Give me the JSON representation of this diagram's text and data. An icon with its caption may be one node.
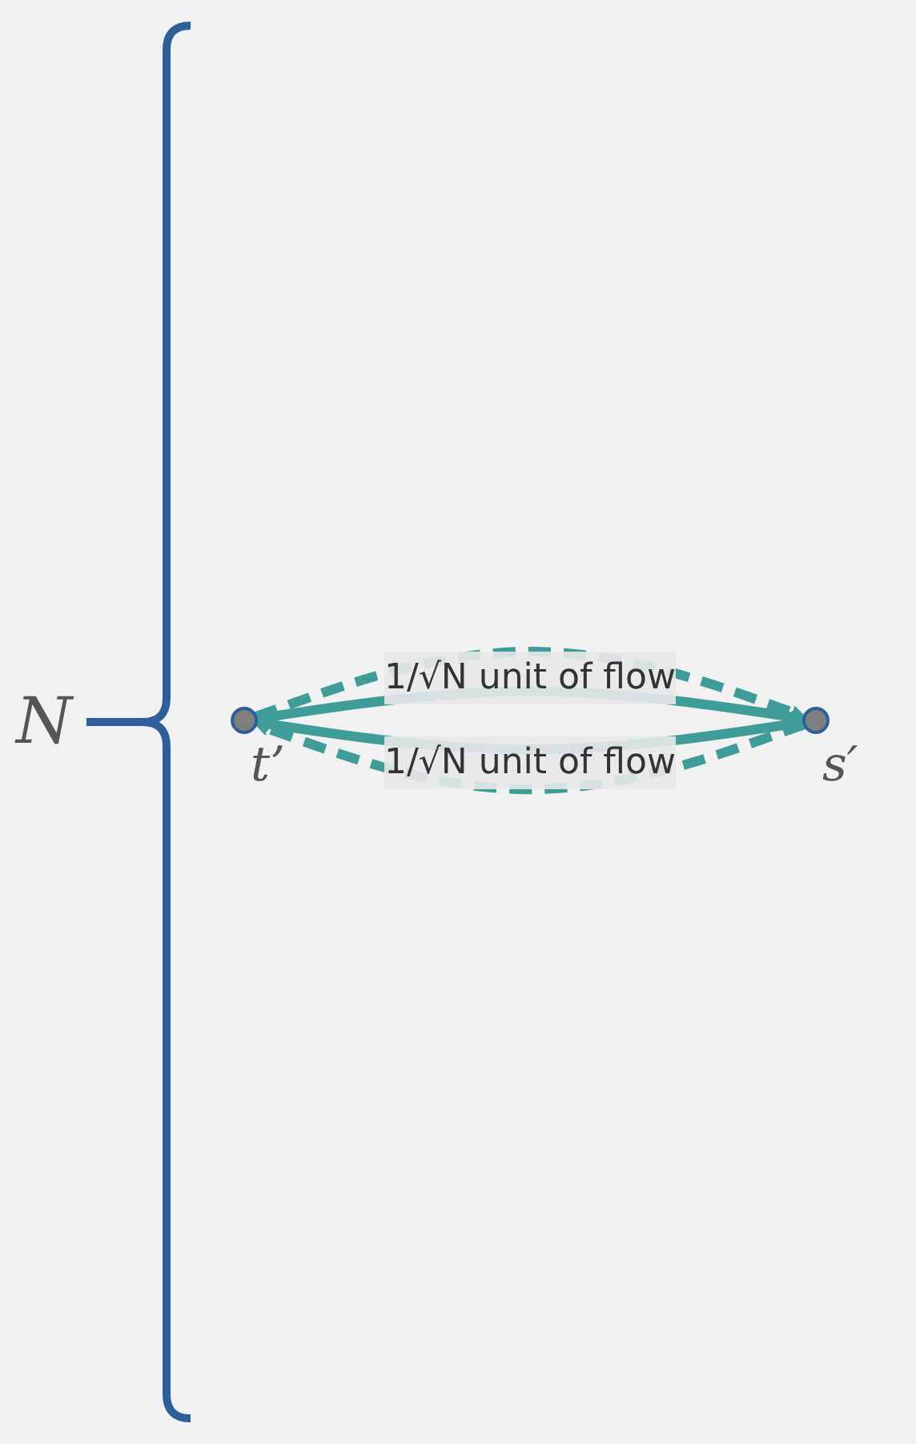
{
  "diagram": {
    "nodes": [
      {
        "text": [],
        "shape": "circle",
        "beside": [
          "t’"
        ]
      },
      {
        "text": [],
        "shape": "circle",
        "beside": [
          "s′"
        ]
      }
    ],
    "edges": [
      {
        "from": 1,
        "to": 0,
        "arrow": "to",
        "label": "1/√N unit of flow"
      },
      {
        "from": 0,
        "to": 1,
        "arrow": "to",
        "style": "dashed"
      },
      {
        "from": 0,
        "to": 1,
        "arrow": "to",
        "label": "1/√N unit of flow"
      },
      {
        "from": 1,
        "to": 0,
        "arrow": "to",
        "style": "dashed"
      }
    ],
    "labels": [
      "N"
    ]
  }
}
